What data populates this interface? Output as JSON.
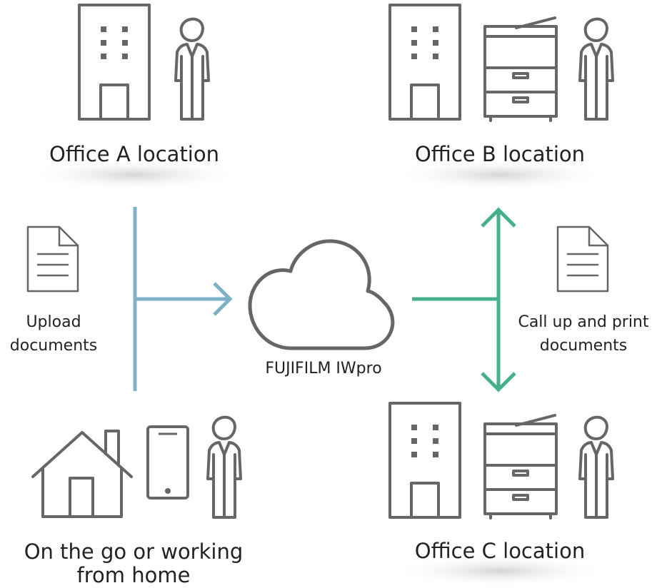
{
  "locations": {
    "office_a": "Office A location",
    "office_b": "Office B location",
    "office_c": "Office C location",
    "home_line1": "On the go or working",
    "home_line2": "from home"
  },
  "actions": {
    "upload_line1": "Upload",
    "upload_line2": "documents",
    "print_line1": "Call up and print",
    "print_line2": "documents"
  },
  "cloud": {
    "label": "FUJIFILM IWpro"
  },
  "colors": {
    "icon": "#666666",
    "upload_flow": "#7eb0c8",
    "print_flow": "#46b08a",
    "shadow": "#cfcfcf"
  },
  "icons": [
    "building-icon",
    "person-icon",
    "printer-icon",
    "house-icon",
    "smartphone-icon",
    "document-icon",
    "cloud-icon",
    "arrow-icon"
  ]
}
